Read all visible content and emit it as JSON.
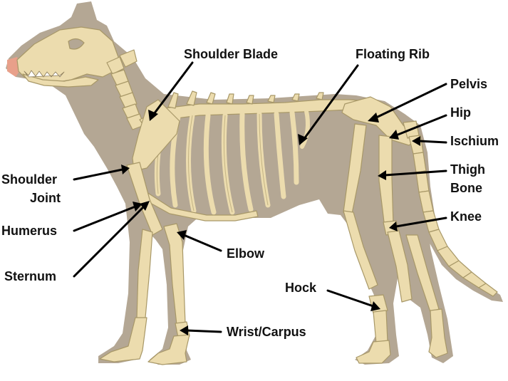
{
  "colors": {
    "silhouette": "#b4a794",
    "bone": "#ecdcae",
    "bone_stroke": "#a89868",
    "bone_shadow": "#d6c28a",
    "nose": "#e8a08a",
    "pointer": "#000000"
  },
  "labels": {
    "shoulder_blade": "Shoulder Blade",
    "floating_rib": "Floating Rib",
    "pelvis": "Pelvis",
    "hip": "Hip",
    "ischium": "Ischium",
    "thigh_bone_line1": "Thigh",
    "thigh_bone_line2": "Bone",
    "knee": "Knee",
    "shoulder_joint_line1": "Shoulder",
    "shoulder_joint_line2": "Joint",
    "humerus": "Humerus",
    "elbow": "Elbow",
    "sternum": "Sternum",
    "hock": "Hock",
    "wrist_carpus": "Wrist/Carpus"
  }
}
